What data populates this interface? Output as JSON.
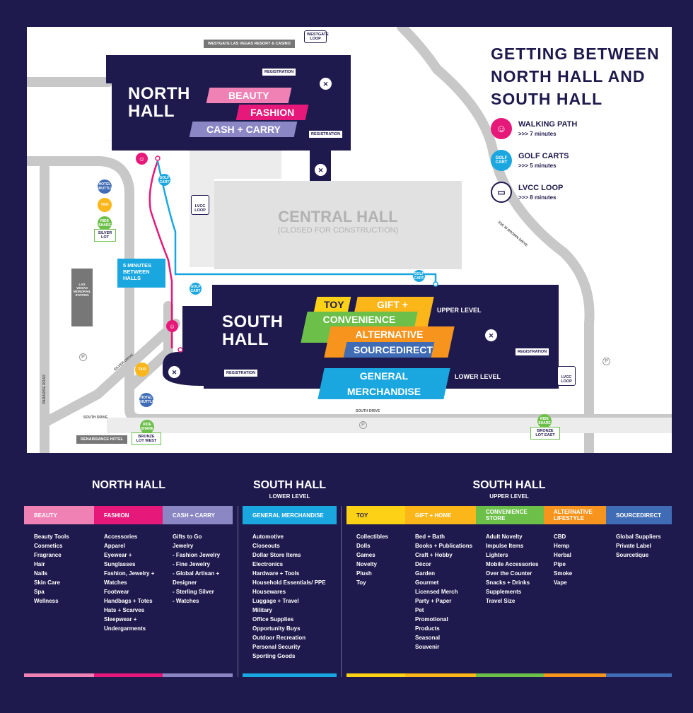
{
  "title": [
    "GETTING BETWEEN",
    "NORTH HALL AND",
    "SOUTH  HALL"
  ],
  "legend": [
    {
      "icon": "walking-icon",
      "label": "WALKING PATH",
      "time": ">>> 7 minutes",
      "color": "#e6197a",
      "icon_text": ""
    },
    {
      "icon": "golf-cart-icon",
      "label": "GOLF CARTS",
      "time": ">>> 5 minutes",
      "color": "#1aa7e0",
      "icon_text": "GOLF CART"
    },
    {
      "icon": "lvcc-loop-icon",
      "label": "LVCC LOOP",
      "time": ">>> 8 minutes",
      "color": "#1f1a4d",
      "icon_text": ""
    }
  ],
  "halls": {
    "north": {
      "name1": "NORTH",
      "name2": "HALL",
      "ribbons": [
        "BEAUTY",
        "FASHION",
        "CASH + CARRY"
      ]
    },
    "central": {
      "name": "CENTRAL HALL",
      "note": "(CLOSED FOR CONSTRUCTION)"
    },
    "south": {
      "name1": "SOUTH",
      "name2": "HALL",
      "ribbons": [
        "TOY",
        "GIFT + HOME",
        "CONVENIENCE STORE",
        "ALTERNATIVE LIFESTYLE",
        "SOURCEDIRECT",
        "GENERAL MERCHANDISE"
      ],
      "upper": "UPPER LEVEL",
      "lower": "LOWER LEVEL"
    }
  },
  "colors": {
    "navy": "#1f1a4d",
    "pink": "#e6197a",
    "lightpink": "#f081b5",
    "blue": "#1aa7e0",
    "green": "#6cc04a",
    "orange": "#f7941d",
    "yellow": "#fcd116",
    "gold": "#fbb61a",
    "periwinkle": "#8b87c5",
    "royal": "#3f6cb5"
  },
  "map_labels": {
    "westgate": "WESTGATE LAS VEGAS RESORT & CASINO",
    "westgate_loop": "WESTGATE LOOP",
    "registration": "REGISTRATION",
    "lvcc_loop": "LVCC LOOP",
    "golf_cart": "GOLF CART",
    "hotel_shuttle": "HOTEL SHUTTLE",
    "taxi": "TAXI",
    "ride_share": "RIDE SHARE",
    "silver_lot": "SILVER LOT",
    "monorail": "LAS VEGAS MONORAIL STATION",
    "renaissance": "RENAISSANCE HOTEL",
    "bronze_west": "BRONZE LOT WEST",
    "bronze_east": "BRONZE LOT EAST",
    "callout": "5 MINUTES BETWEEN HALLS",
    "joe_brown": "JOE W BROWN DRIVE",
    "south_drive": "SOUTH DRIVE",
    "silver_drive": "SILVER DRIVE",
    "paradise": "PARADISE ROAD",
    "parking": "P"
  },
  "directory": {
    "north": {
      "title": "NORTH HALL",
      "categories": [
        {
          "name": "BEAUTY",
          "color": "#f081b5",
          "items": [
            "Beauty Tools",
            "Cosmetics",
            "Fragrance",
            "Hair",
            "Nails",
            "Skin Care",
            "Spa",
            "Wellness"
          ]
        },
        {
          "name": "FASHION",
          "color": "#e6197a",
          "items": [
            "Accessories",
            "Apparel",
            "Eyewear + Sunglasses",
            "Fashion, Jewelry + Watches",
            "Footwear",
            "Handbags + Totes",
            "Hats + Scarves",
            "Sleepwear + Undergarments"
          ]
        },
        {
          "name": "CASH + CARRY",
          "color": "#8b87c5",
          "items": [
            "Gifts to Go",
            "Jewelry",
            "- Fashion Jewelry",
            "- Fine Jewelry",
            "- Global Artisan + Designer",
            "- Sterling Silver",
            "- Watches"
          ]
        }
      ]
    },
    "south_lower": {
      "title": "SOUTH HALL",
      "subtitle": "LOWER LEVEL",
      "categories": [
        {
          "name": "GENERAL MERCHANDISE",
          "color": "#1aa7e0",
          "items": [
            "Automotive",
            "Closeouts",
            "Dollar Store Items",
            "Electronics",
            "Hardware + Tools",
            "Household Essentials/ PPE",
            "Housewares",
            "Luggage + Travel",
            "Military",
            "Office Supplies",
            "Opportunity Buys",
            "Outdoor Recreation",
            "Personal Security",
            "Sporting Goods"
          ]
        }
      ]
    },
    "south_upper": {
      "title": "SOUTH HALL",
      "subtitle": "UPPER LEVEL",
      "categories": [
        {
          "name": "TOY",
          "color": "#fcd116",
          "items": [
            "Collectibles",
            "Dolls",
            "Games",
            "Novelty",
            "Plush",
            "Toy"
          ]
        },
        {
          "name": "GIFT + HOME",
          "color": "#fbb61a",
          "items": [
            "Bed + Bath",
            "Books + Publications",
            "Craft + Hobby",
            "Décor",
            "Garden",
            "Gourmet",
            "Licensed Merch",
            "Party + Paper",
            "Pet",
            "Promotional Products",
            "Seasonal",
            "Souvenir"
          ]
        },
        {
          "name": "CONVENIENCE STORE",
          "color": "#6cc04a",
          "items": [
            "Adult Novelty",
            "Impulse Items",
            "Lighters",
            "Mobile Accessories",
            "Over the Counter",
            "Snacks + Drinks",
            "Supplements",
            "Travel Size"
          ]
        },
        {
          "name": "ALTERNATIVE LIFESTYLE",
          "color": "#f7941d",
          "items": [
            "CBD",
            "Hemp",
            "Herbal",
            "Pipe",
            "Smoke",
            "Vape"
          ]
        },
        {
          "name": "SOURCEDIRECT",
          "color": "#3f6cb5",
          "items": [
            "Global Suppliers",
            "Private Label",
            "Sourcetique"
          ]
        }
      ]
    }
  }
}
